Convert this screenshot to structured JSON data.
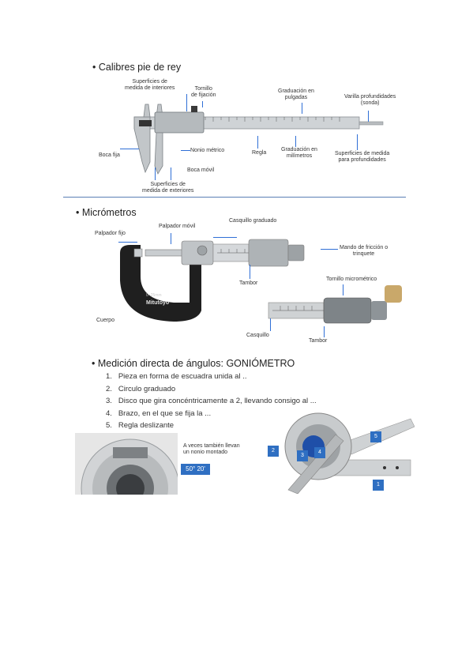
{
  "calibres": {
    "heading": "Calibres pie de rey",
    "labels": {
      "superficies_interiores": "Superficies de\nmedida de interiores",
      "tornillo": "Tornillo\nde fijación",
      "graduacion_pulgadas": "Graduación en\npulgadas",
      "varilla": "Varilla profundidades\n(sonda)",
      "boca_fija": "Boca fija",
      "nonio": "Nonio métrico",
      "regla": "Regla",
      "graduacion_mm": "Graduación en\nmilímetros",
      "superficies_profundidades": "Superficies de medida\npara profundidades",
      "boca_movil": "Boca móvil",
      "superficies_exteriores": "Superficies de\nmedida de exteriores"
    }
  },
  "micrometros": {
    "heading": "Micrómetros",
    "labels": {
      "palpador_fijo": "Palpador fijo",
      "palpador_movil": "Palpador móvil",
      "casquillo_graduado": "Casquillo graduado",
      "mando": "Mando de fricción o\ntrinquete",
      "tambor": "Tambor",
      "cuerpo": "Cuerpo",
      "tornillo_micrometrico": "Tornillo micrométrico",
      "casquillo": "Casquillo",
      "tambor2": "Tambor"
    },
    "brand": "Mitutoyo"
  },
  "goniometro": {
    "heading": "Medición directa de ángulos: GONIÓMETRO",
    "items": [
      "Pieza en forma de escuadra unida al ..",
      "Circulo graduado",
      "Disco que gira concéntricamente a 2, llevando consigo al ...",
      "Brazo, en el que se fija la ...",
      "Regla deslizante"
    ],
    "note": "A veces también llevan\nun nonio montado",
    "angle_badge": "50° 20'",
    "badges": [
      "1",
      "2",
      "3",
      "4",
      "5"
    ]
  }
}
